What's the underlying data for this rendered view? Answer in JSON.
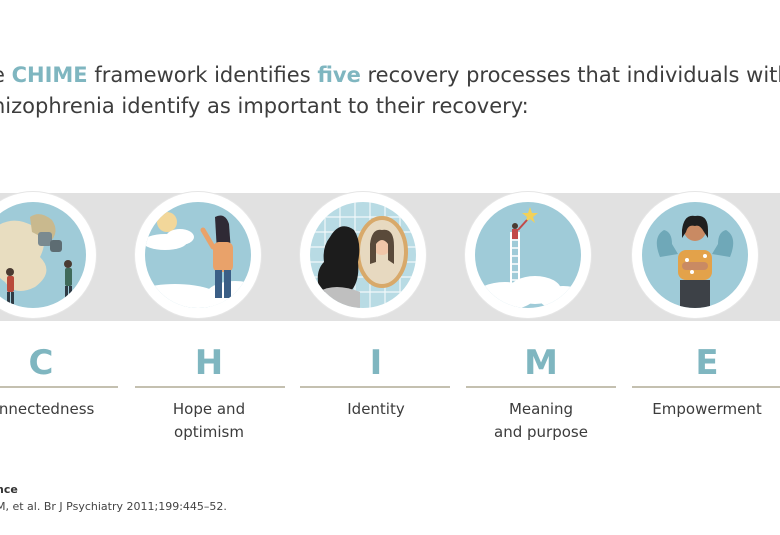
{
  "intro": {
    "part1": "e ",
    "highlight1": "CHIME",
    "part2": " framework identifies ",
    "highlight2": "five",
    "part3": " recovery processes that individuals with",
    "line2": "hizophrenia identify as important to their recovery:"
  },
  "colors": {
    "accent": "#7fb6c0",
    "band": "#e1e1e1",
    "sky": "#9fcbd8",
    "rule": "#c4c0b0"
  },
  "items": [
    {
      "letter": "C",
      "label_line1": "onnectedness",
      "label_line2": "",
      "icon": "connectedness-illustration"
    },
    {
      "letter": "H",
      "label_line1": "Hope and",
      "label_line2": "optimism",
      "icon": "hope-illustration"
    },
    {
      "letter": "I",
      "label_line1": "Identity",
      "label_line2": "",
      "icon": "identity-illustration"
    },
    {
      "letter": "M",
      "label_line1": "Meaning",
      "label_line2": "and purpose",
      "icon": "meaning-illustration"
    },
    {
      "letter": "E",
      "label_line1": "Empowerment",
      "label_line2": "",
      "icon": "empowerment-illustration"
    }
  ],
  "reference": {
    "title": "nce",
    "text": "M, et al. Br J Psychiatry 2011;199:445–52."
  }
}
